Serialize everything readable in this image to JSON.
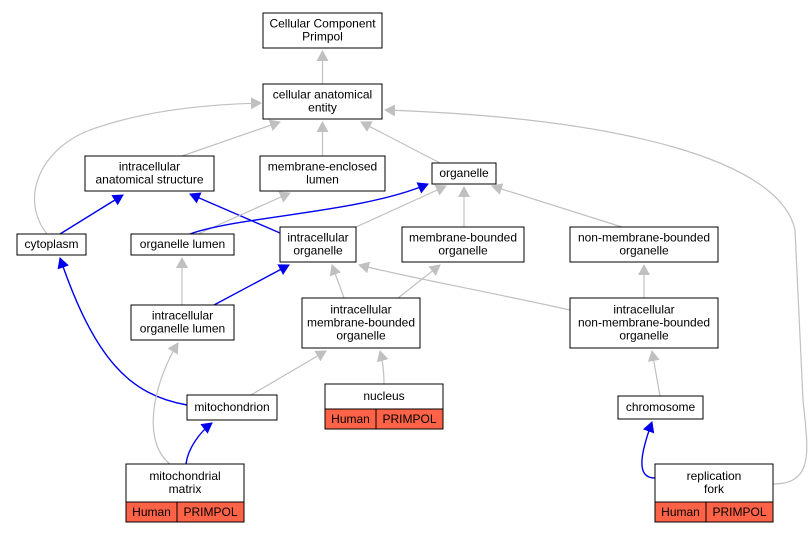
{
  "colors": {
    "grey_edge": "#c0c0c0",
    "blue_edge": "#0000ee",
    "annotation_fill": "#ff6347"
  },
  "nodes": {
    "root": {
      "lines": [
        "Cellular Component",
        "Primpol"
      ]
    },
    "cae": {
      "lines": [
        "cellular anatomical",
        "entity"
      ]
    },
    "ias": {
      "lines": [
        "intracellular",
        "anatomical structure"
      ]
    },
    "mel": {
      "lines": [
        "membrane-enclosed",
        "lumen"
      ]
    },
    "organelle": {
      "lines": [
        "organelle"
      ]
    },
    "cytoplasm": {
      "lines": [
        "cytoplasm"
      ]
    },
    "ol": {
      "lines": [
        "organelle lumen"
      ]
    },
    "io": {
      "lines": [
        "intracellular",
        "organelle"
      ]
    },
    "mbo": {
      "lines": [
        "membrane-bounded",
        "organelle"
      ]
    },
    "nmbo": {
      "lines": [
        "non-membrane-bounded",
        "organelle"
      ]
    },
    "iol": {
      "lines": [
        "intracellular",
        "organelle lumen"
      ]
    },
    "imbo": {
      "lines": [
        "intracellular",
        "membrane-bounded",
        "organelle"
      ]
    },
    "inmbo": {
      "lines": [
        "intracellular",
        "non-membrane-bounded",
        "organelle"
      ]
    },
    "mito": {
      "lines": [
        "mitochondrion"
      ]
    },
    "nucleus": {
      "lines": [
        "nucleus"
      ],
      "tags": [
        "Human",
        "PRIMPOL"
      ]
    },
    "chromosome": {
      "lines": [
        "chromosome"
      ]
    },
    "matrix": {
      "lines": [
        "mitochondrial",
        "matrix"
      ],
      "tags": [
        "Human",
        "PRIMPOL"
      ]
    },
    "fork": {
      "lines": [
        "replication",
        "fork"
      ],
      "tags": [
        "Human",
        "PRIMPOL"
      ]
    }
  },
  "edges": [
    {
      "from": "cae",
      "to": "root",
      "kind": "is_a"
    },
    {
      "from": "ias",
      "to": "cae",
      "kind": "is_a"
    },
    {
      "from": "mel",
      "to": "cae",
      "kind": "is_a"
    },
    {
      "from": "organelle",
      "to": "cae",
      "kind": "is_a"
    },
    {
      "from": "cytoplasm",
      "to": "cae",
      "kind": "is_a"
    },
    {
      "from": "fork",
      "to": "cae",
      "kind": "is_a"
    },
    {
      "from": "cytoplasm",
      "to": "ias",
      "kind": "part_of"
    },
    {
      "from": "io",
      "to": "ias",
      "kind": "part_of"
    },
    {
      "from": "ol",
      "to": "mel",
      "kind": "is_a"
    },
    {
      "from": "ol",
      "to": "organelle",
      "kind": "part_of"
    },
    {
      "from": "io",
      "to": "organelle",
      "kind": "is_a"
    },
    {
      "from": "mbo",
      "to": "organelle",
      "kind": "is_a"
    },
    {
      "from": "nmbo",
      "to": "organelle",
      "kind": "is_a"
    },
    {
      "from": "iol",
      "to": "ol",
      "kind": "is_a"
    },
    {
      "from": "iol",
      "to": "io",
      "kind": "part_of"
    },
    {
      "from": "imbo",
      "to": "io",
      "kind": "is_a"
    },
    {
      "from": "imbo",
      "to": "mbo",
      "kind": "is_a"
    },
    {
      "from": "inmbo",
      "to": "io",
      "kind": "is_a"
    },
    {
      "from": "inmbo",
      "to": "nmbo",
      "kind": "is_a"
    },
    {
      "from": "mito",
      "to": "imbo",
      "kind": "is_a"
    },
    {
      "from": "nucleus",
      "to": "imbo",
      "kind": "is_a"
    },
    {
      "from": "chromosome",
      "to": "inmbo",
      "kind": "is_a"
    },
    {
      "from": "mito",
      "to": "cytoplasm",
      "kind": "part_of"
    },
    {
      "from": "matrix",
      "to": "iol",
      "kind": "is_a"
    },
    {
      "from": "matrix",
      "to": "mito",
      "kind": "part_of"
    },
    {
      "from": "fork",
      "to": "chromosome",
      "kind": "part_of"
    }
  ]
}
